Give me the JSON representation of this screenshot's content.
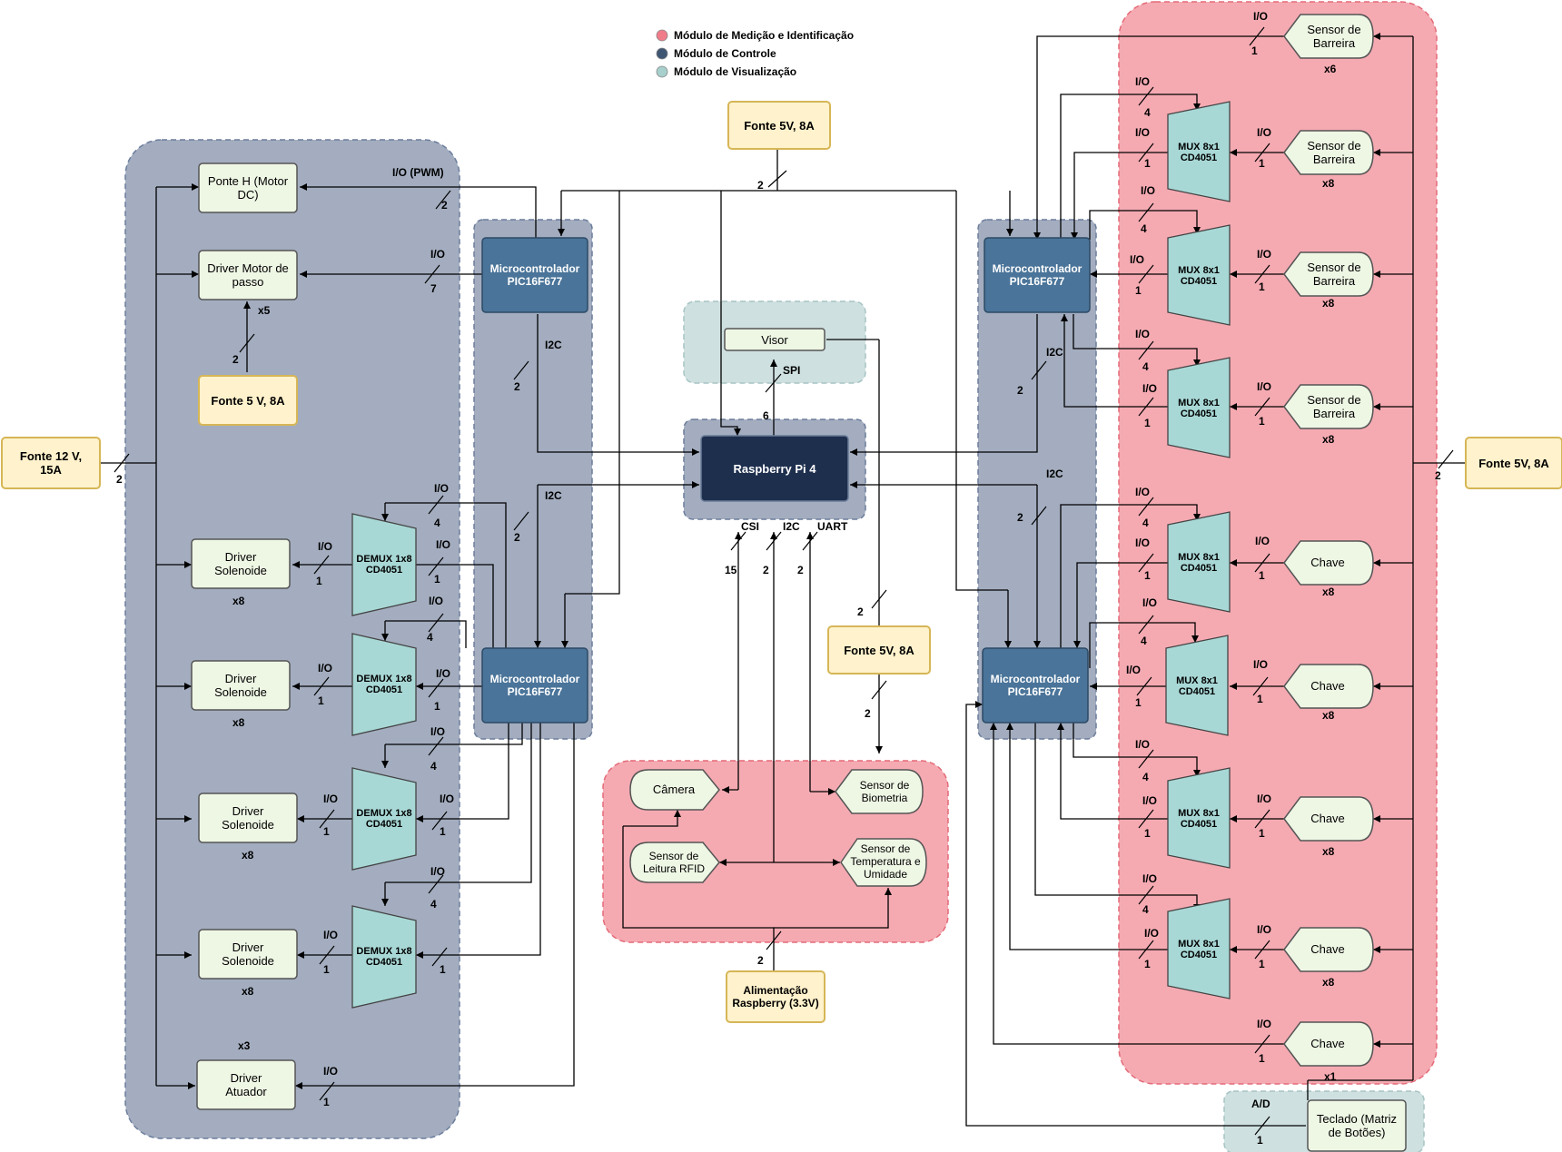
{
  "legend": {
    "measure": "Módulo de Medição e Identificação",
    "control": "Módulo de Controle",
    "visual": "Módulo de Visualização",
    "colors": {
      "measure": "#f07c8a",
      "control": "#3f5673",
      "visual": "#a7cfcc"
    }
  },
  "colors": {
    "region_control": "#a3adbf",
    "region_measure": "#f5aab2",
    "region_visual": "#cfe0e0",
    "power": "#fff2cc",
    "power_border": "#d6b656",
    "driver": "#eef6e4",
    "mcu": "#4a7499",
    "rpi": "#1e2f4e",
    "mux": "#a8d8d6"
  },
  "power": {
    "top": "Fonte  5V, 8A",
    "left": "Fonte 12 V, 15A",
    "stepper": "Fonte 5 V, 8A",
    "right": "Fonte  5V, 8A",
    "mid": "Fonte  5V, 8A",
    "rpi": "Alimentação Raspberry (3.3V)"
  },
  "drivers": {
    "ponteh": "Ponte H (Motor DC)",
    "stepper": "Driver Motor de passo",
    "solenoid": "Driver Solenoide",
    "actuator": "Driver Atuador"
  },
  "mcu": "Microcontrolador PIC16F677",
  "rpi": "Raspberry Pi 4",
  "visor": "Visor",
  "demux": "DEMUX 1x8 CD4051",
  "mux": "MUX 8x1 CD4051",
  "sensors": {
    "barrier": "Sensor de Barreira",
    "switch": "Chave",
    "camera": "Câmera",
    "biometry": "Sensor de Biometria",
    "rfid": "Sensor de Leitura RFID",
    "temp": "Sensor de Temperatura e Umidade",
    "keyboard": "Teclado (Matriz de Botões)"
  },
  "labels": {
    "io": "I/O",
    "io_pwm": "I/O  (PWM)",
    "i2c": "I2C",
    "spi": "SPI",
    "csi": "CSI",
    "uart": "UART",
    "ad": "A/D",
    "x1": "x1",
    "x3": "x3",
    "x5": "x5",
    "x6": "x6",
    "x8": "x8",
    "n1": "1",
    "n2": "2",
    "n4": "4",
    "n6": "6",
    "n7": "7",
    "n15": "15"
  }
}
